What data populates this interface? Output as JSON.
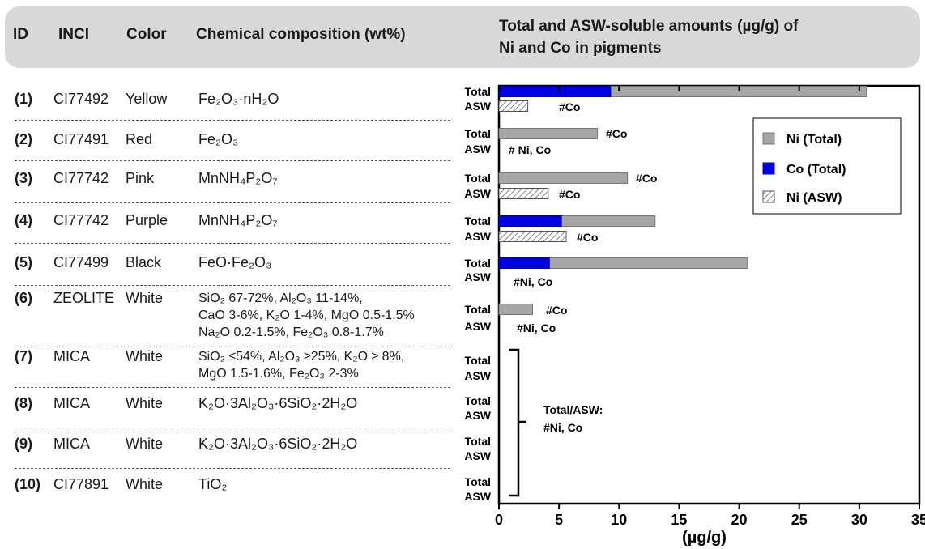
{
  "header": {
    "id": "ID",
    "inci": "INCI",
    "color": "Color",
    "composition": "Chemical composition (wt%)",
    "chart_title_line1": "Total and ASW-soluble amounts (µg/g) of",
    "chart_title_line2": "Ni and Co in pigments"
  },
  "rows": [
    {
      "id": "(1)",
      "inci": "CI77492",
      "color": "Yellow",
      "composition": [
        "Fe₂O₃·nH₂O"
      ]
    },
    {
      "id": "(2)",
      "inci": "CI77491",
      "color": "Red",
      "composition": [
        "Fe₂O₃"
      ]
    },
    {
      "id": "(3)",
      "inci": "CI77742",
      "color": "Pink",
      "composition": [
        "MnNH₄P₂O₇"
      ]
    },
    {
      "id": "(4)",
      "inci": "CI77742",
      "color": "Purple",
      "composition": [
        "MnNH₄P₂O₇"
      ]
    },
    {
      "id": "(5)",
      "inci": "CI77499",
      "color": "Black",
      "composition": [
        "FeO·Fe₂O₃"
      ]
    },
    {
      "id": "(6)",
      "inci": "ZEOLITE",
      "color": "White",
      "composition": [
        "SiO₂ 67-72%, Al₂O₃ 11-14%,",
        "CaO 3-6%, K₂O 1-4%, MgO 0.5-1.5%",
        "Na₂O 0.2-1.5%, Fe₂O₃ 0.8-1.7%"
      ]
    },
    {
      "id": "(7)",
      "inci": "MICA",
      "color": "White",
      "composition": [
        "SiO₂ ≤54%, Al₂O₃ ≥25%, K₂O ≥ 8%,",
        "MgO 1.5-1.6%, Fe₂O₃ 2-3%"
      ]
    },
    {
      "id": "(8)",
      "inci": "MICA",
      "color": "White",
      "composition": [
        "K₂O·3Al₂O₃·6SiO₂·2H₂O"
      ]
    },
    {
      "id": "(9)",
      "inci": "MICA",
      "color": "White",
      "composition": [
        "K₂O·3Al₂O₃·6SiO₂·2H₂O"
      ]
    },
    {
      "id": "(10)",
      "inci": "CI77891",
      "color": "White",
      "composition": [
        "TiO₂"
      ]
    }
  ],
  "chart_data": {
    "type": "bar",
    "orientation": "horizontal",
    "stacked": true,
    "xlim": [
      0,
      35
    ],
    "xticks": [
      0,
      5,
      10,
      15,
      20,
      25,
      30,
      35
    ],
    "xlabel": "(µg/g)",
    "row_labels": [
      "Total",
      "ASW"
    ],
    "series": [
      {
        "name": "Ni (Total)",
        "color": "#a6a6a6",
        "values": [
          30.6,
          8.2,
          10.7,
          13.0,
          20.7,
          2.8,
          0,
          0,
          0,
          0
        ]
      },
      {
        "name": "Co (Total)",
        "color": "#0000e0",
        "values": [
          9.3,
          0,
          0,
          5.2,
          4.2,
          0,
          0,
          0,
          0,
          0
        ]
      },
      {
        "name": "Ni (ASW)",
        "color": "#ffffff",
        "pattern": "hatch",
        "values": [
          2.4,
          0,
          4.1,
          5.6,
          0,
          0,
          0,
          0,
          0,
          0
        ]
      }
    ],
    "annotations": [
      {
        "row": 0,
        "at": "Total",
        "text": "",
        "x": 0
      },
      {
        "row": 0,
        "at": "ASW",
        "text": "#Co",
        "x": 2.4
      },
      {
        "row": 1,
        "at": "Total",
        "text": "#Co",
        "x": 8.2
      },
      {
        "row": 1,
        "at": "ASW",
        "text": "# Ni, Co",
        "x": 0
      },
      {
        "row": 2,
        "at": "Total",
        "text": "#Co",
        "x": 10.7
      },
      {
        "row": 2,
        "at": "ASW",
        "text": "#Co",
        "x": 4.1
      },
      {
        "row": 3,
        "at": "ASW",
        "text": "#Co",
        "x": 5.6
      },
      {
        "row": 4,
        "at": "ASW",
        "text": "#Ni, Co",
        "x": 0
      },
      {
        "row": 5,
        "at": "Total",
        "text": "#Co",
        "x": 2.8
      },
      {
        "row": 5,
        "at": "ASW",
        "text": "#Ni, Co",
        "x": 0
      }
    ],
    "group_annotation": {
      "rows": [
        6,
        9
      ],
      "line1": "Total/ASW:",
      "line2": "#Ni, Co"
    },
    "legend": {
      "placement": "top-right"
    }
  }
}
